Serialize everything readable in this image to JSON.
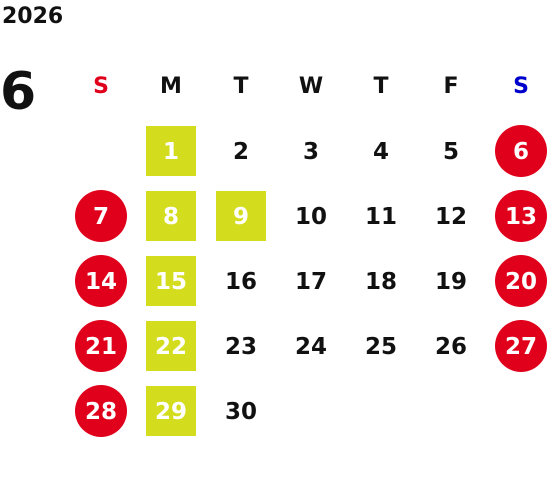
{
  "calendar": {
    "year": "2026",
    "month": "6",
    "weekdays": [
      "S",
      "M",
      "T",
      "W",
      "T",
      "F",
      "S"
    ],
    "weekday_colors": [
      "#e0001b",
      "#111111",
      "#111111",
      "#111111",
      "#111111",
      "#111111",
      "#0000cc"
    ],
    "first_weekday_index": 1,
    "days": [
      "1",
      "2",
      "3",
      "4",
      "5",
      "6",
      "7",
      "8",
      "9",
      "10",
      "11",
      "12",
      "13",
      "14",
      "15",
      "16",
      "17",
      "18",
      "19",
      "20",
      "21",
      "22",
      "23",
      "24",
      "25",
      "26",
      "27",
      "28",
      "29",
      "30"
    ],
    "holiday_days": [
      "6",
      "7",
      "13",
      "14",
      "20",
      "21",
      "27",
      "28"
    ],
    "highlight_days": [
      "1",
      "8",
      "9",
      "15",
      "22",
      "29"
    ],
    "colors": {
      "holiday_circle": "#e0001b",
      "highlight_square": "#d4dc1e"
    }
  }
}
